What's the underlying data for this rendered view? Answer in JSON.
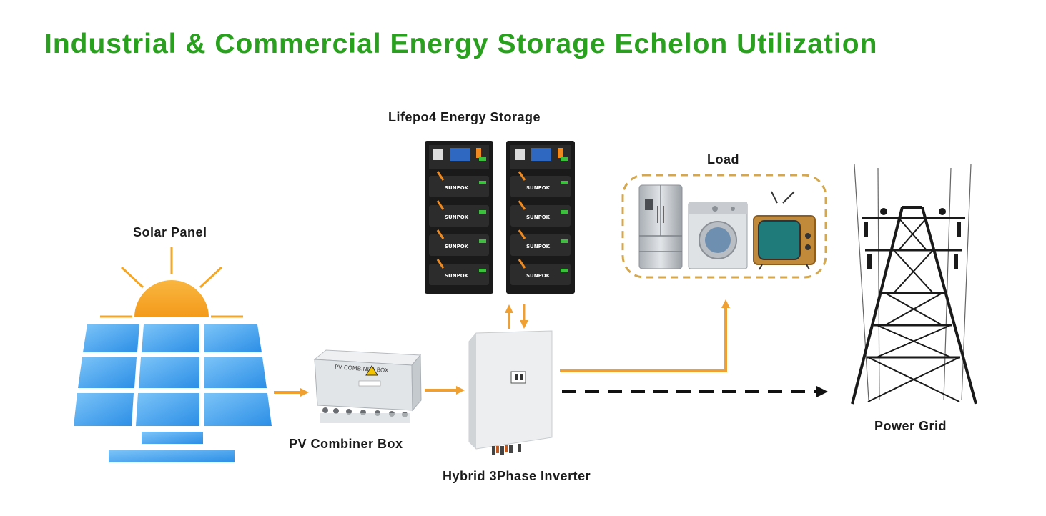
{
  "title": "Industrial & Commercial Energy Storage Echelon Utilization",
  "labels": {
    "solar_panel": "Solar Panel",
    "storage": "Lifepo4 Energy Storage",
    "load": "Load",
    "combiner_box": "PV Combiner Box",
    "inverter": "Hybrid 3Phase Inverter",
    "power_grid": "Power Grid"
  },
  "combiner_box_text": "PV COMBINER BOX",
  "battery_brand": "SUNPOK",
  "colors": {
    "title": "#2aa01f",
    "arrow": "#f0a030",
    "load_border": "#d4a850",
    "panel": "#4aa8f0",
    "sun": "#f5a623"
  }
}
